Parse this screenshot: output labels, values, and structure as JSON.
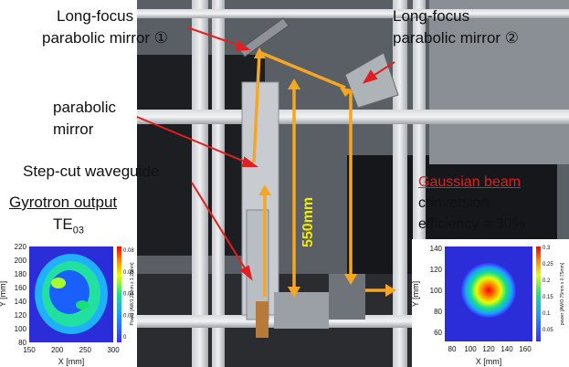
{
  "labels": {
    "mirror1": [
      "Long-focus",
      "parabolic mirror ①"
    ],
    "mirror2": [
      "Long-focus",
      "parabolic mirror ②"
    ],
    "parabolic": [
      "parabolic",
      "mirror"
    ],
    "waveguide": "Step-cut waveguide",
    "gyrotron_title": "Gyrotron output",
    "te_mode": "TE",
    "te_sub": "03",
    "distance": "550mm",
    "gaussian_title": "Gaussian beam",
    "conversion": "conversion",
    "efficiency": "efficiency = 30%"
  },
  "colors": {
    "beam_path": "#f5a623",
    "pointer": "#e02020",
    "accent_red": "#e02020"
  },
  "left_plot": {
    "xlabel": "X [mm]",
    "ylabel": "Y [mm]",
    "xticks": [
      "150",
      "200",
      "250",
      "300"
    ],
    "yticks": [
      "220",
      "200",
      "180",
      "160",
      "140",
      "120",
      "100",
      "80"
    ],
    "cbar_label": "Power [AW/1.25mm x 1.25mm]",
    "cbar_ticks": [
      "0.08",
      "0.06",
      "0.04",
      "0.02",
      "0"
    ]
  },
  "right_plot": {
    "xlabel": "X [mm]",
    "ylabel": "Y [mm]",
    "xticks": [
      "80",
      "100",
      "120",
      "140",
      "160"
    ],
    "yticks": [
      "140",
      "120",
      "100",
      "80",
      "60"
    ],
    "cbar_label": "power [AW/0.75mm x 0.75mm]",
    "cbar_ticks": [
      "0.3",
      "0.25",
      "0.2",
      "0.15",
      "0.1",
      "0.05"
    ]
  }
}
